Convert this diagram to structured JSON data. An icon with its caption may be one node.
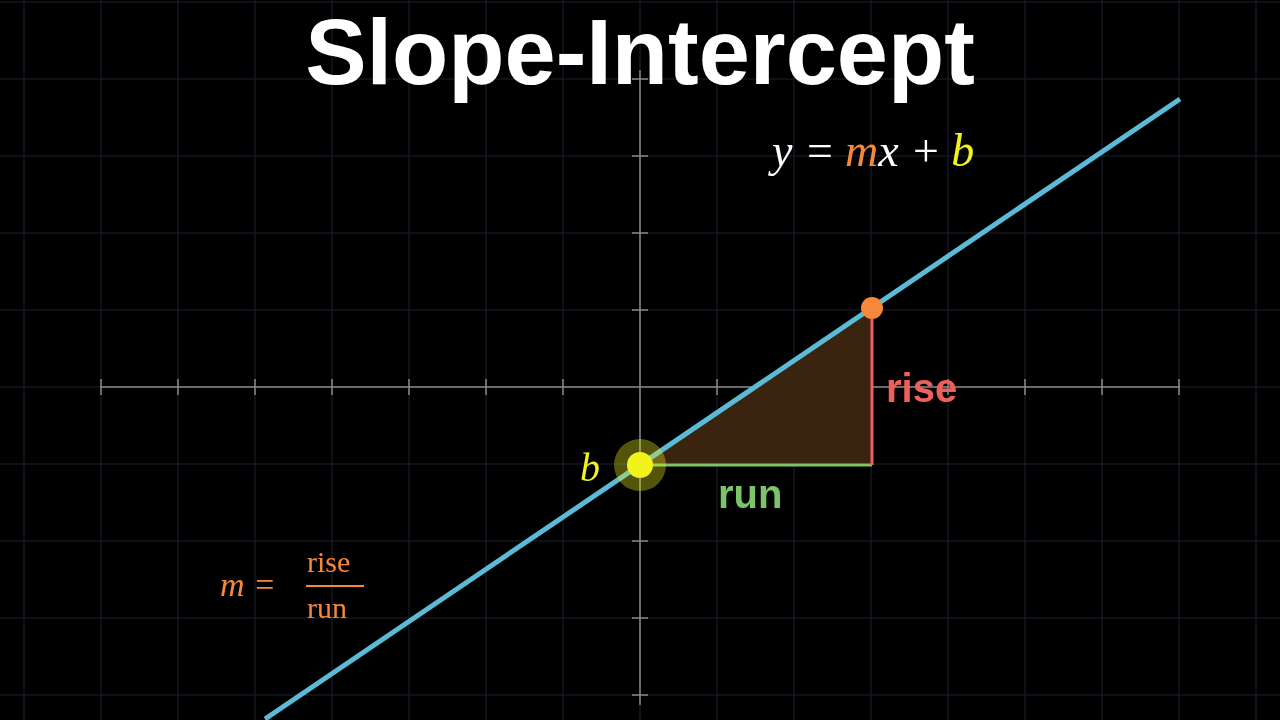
{
  "diagram": {
    "title": "Slope-Intercept",
    "labels": [
      "y =",
      "m",
      "x +",
      "b",
      "rise",
      "run",
      "b",
      "m =",
      "rise",
      "run"
    ]
  }
}
